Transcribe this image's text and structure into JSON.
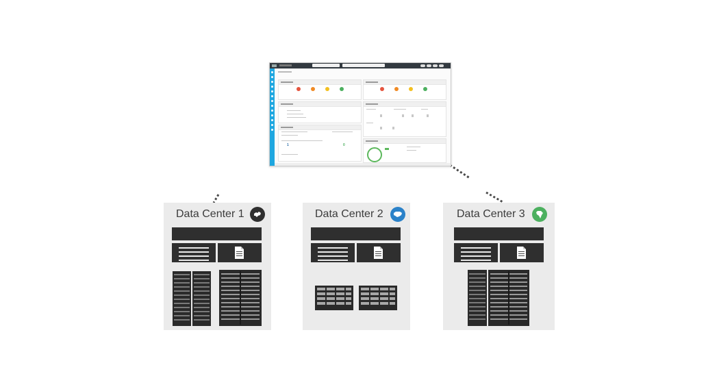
{
  "diagram": {
    "data_centers": [
      {
        "title": "Data Center 1",
        "badge_icon": "continent-icon",
        "badge_color": "#2f2f2f",
        "hardware": "rack-servers"
      },
      {
        "title": "Data Center 2",
        "badge_icon": "map-icon",
        "badge_color": "#2b82c9",
        "hardware": "chassis-servers"
      },
      {
        "title": "Data Center 3",
        "badge_icon": "country-icon",
        "badge_color": "#4cb05f",
        "hardware": "rack-servers"
      }
    ],
    "dashboard": {
      "stat_value_1": "1",
      "stat_value_2": "0"
    },
    "colors": {
      "card_background": "#ebebeb",
      "block_dark": "#2f2f2f",
      "dashboard_sidebar": "#1ea7e0",
      "dashboard_topbar": "#333a40"
    }
  }
}
